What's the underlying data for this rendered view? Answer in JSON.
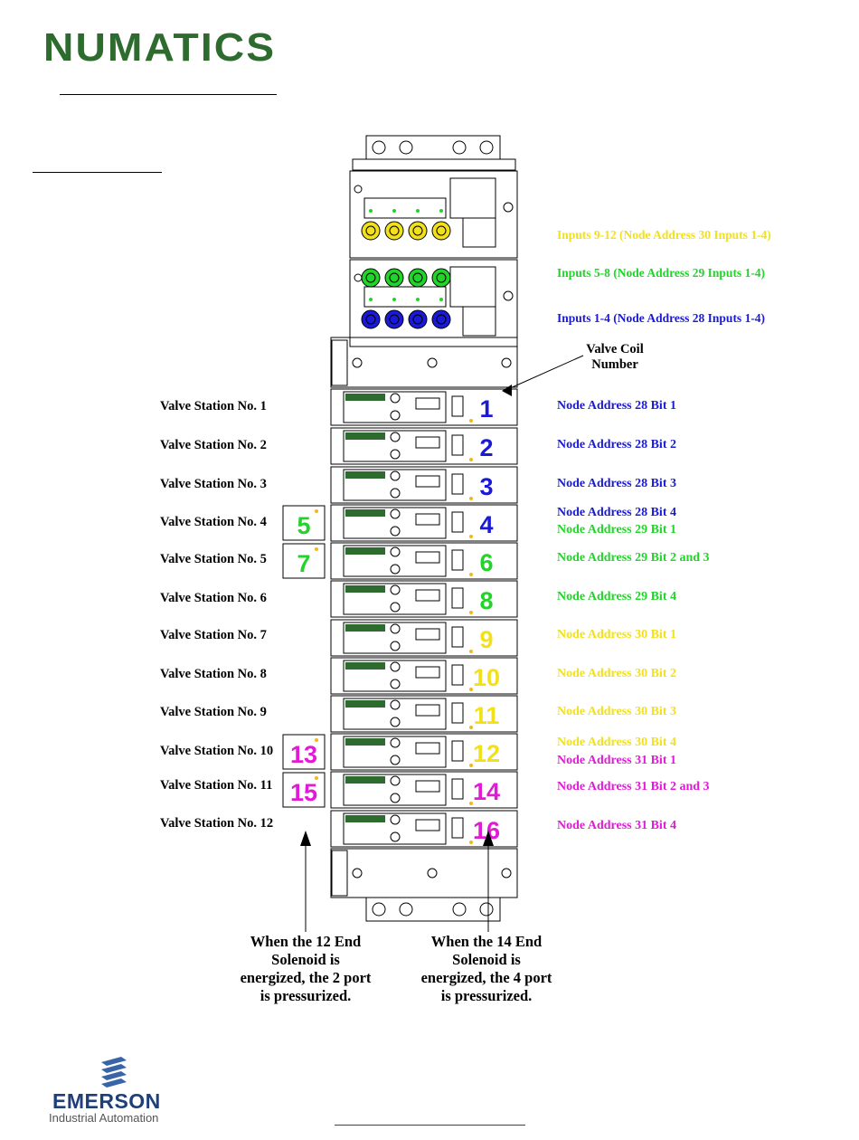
{
  "brand": {
    "numatics": "NUMATICS",
    "emerson": "EMERSON",
    "emerson_sub": "Industrial Automation"
  },
  "colors": {
    "blue": "#1a1ad6",
    "green": "#22d42a",
    "yellow": "#f2e11a",
    "magenta": "#e21ad6",
    "numatics_green": "#2e6b2e"
  },
  "inputs": [
    {
      "text": "Inputs 9-12 (Node Address 30 Inputs 1-4)",
      "color": "#f2e11a"
    },
    {
      "text": "Inputs 5-8 (Node Address 29 Inputs 1-4)",
      "color": "#22d42a"
    },
    {
      "text": "Inputs 1-4 (Node Address 28 Inputs 1-4)",
      "color": "#1a1ad6"
    }
  ],
  "valve_coil_label": [
    "Valve Coil",
    "Number"
  ],
  "stations": [
    "Valve Station No. 1",
    "Valve Station No. 2",
    "Valve Station No. 3",
    "Valve Station No. 4",
    "Valve Station No. 5",
    "Valve Station No. 6",
    "Valve Station No. 7",
    "Valve Station No. 8",
    "Valve Station No. 9",
    "Valve Station No. 10",
    "Valve Station No. 11",
    "Valve Station No. 12"
  ],
  "coils_14": [
    {
      "n": "1",
      "color": "#1a1ad6"
    },
    {
      "n": "2",
      "color": "#1a1ad6"
    },
    {
      "n": "3",
      "color": "#1a1ad6"
    },
    {
      "n": "4",
      "color": "#1a1ad6"
    },
    {
      "n": "6",
      "color": "#22d42a"
    },
    {
      "n": "8",
      "color": "#22d42a"
    },
    {
      "n": "9",
      "color": "#f2e11a"
    },
    {
      "n": "10",
      "color": "#f2e11a"
    },
    {
      "n": "11",
      "color": "#f2e11a"
    },
    {
      "n": "12",
      "color": "#f2e11a"
    },
    {
      "n": "14",
      "color": "#e21ad6"
    },
    {
      "n": "16",
      "color": "#e21ad6"
    }
  ],
  "coils_12": [
    {
      "station": 4,
      "n": "5",
      "color": "#22d42a"
    },
    {
      "station": 5,
      "n": "7",
      "color": "#22d42a"
    },
    {
      "station": 10,
      "n": "13",
      "color": "#e21ad6"
    },
    {
      "station": 11,
      "n": "15",
      "color": "#e21ad6"
    }
  ],
  "node_labels": [
    {
      "text": "Node Address 28 Bit 1",
      "color": "#1a1ad6"
    },
    {
      "text": "Node Address 28 Bit 2",
      "color": "#1a1ad6"
    },
    {
      "text": "Node Address 28 Bit 3",
      "color": "#1a1ad6"
    },
    {
      "text": "Node Address 28 Bit 4",
      "color": "#1a1ad6"
    },
    {
      "text": "Node Address 29 Bit 1",
      "color": "#22d42a"
    },
    {
      "text": "Node Address 29 Bit 2 and 3",
      "color": "#22d42a"
    },
    {
      "text": "Node Address 29 Bit 4",
      "color": "#22d42a"
    },
    {
      "text": "Node Address 30 Bit 1",
      "color": "#f2e11a"
    },
    {
      "text": "Node Address 30 Bit 2",
      "color": "#f2e11a"
    },
    {
      "text": "Node Address 30 Bit 3",
      "color": "#f2e11a"
    },
    {
      "text": "Node Address 30 Bit 4",
      "color": "#f2e11a"
    },
    {
      "text": "Node Address 31 Bit 1",
      "color": "#e21ad6"
    },
    {
      "text": "Node Address 31 Bit 2 and 3",
      "color": "#e21ad6"
    },
    {
      "text": "Node Address 31 Bit 4",
      "color": "#e21ad6"
    }
  ],
  "notes": {
    "left": [
      "When the 12 End",
      "Solenoid is",
      "energized, the 2 port",
      "is pressurized."
    ],
    "right": [
      "When the 14 End",
      "Solenoid is",
      "energized, the 4 port",
      "is pressurized."
    ]
  }
}
